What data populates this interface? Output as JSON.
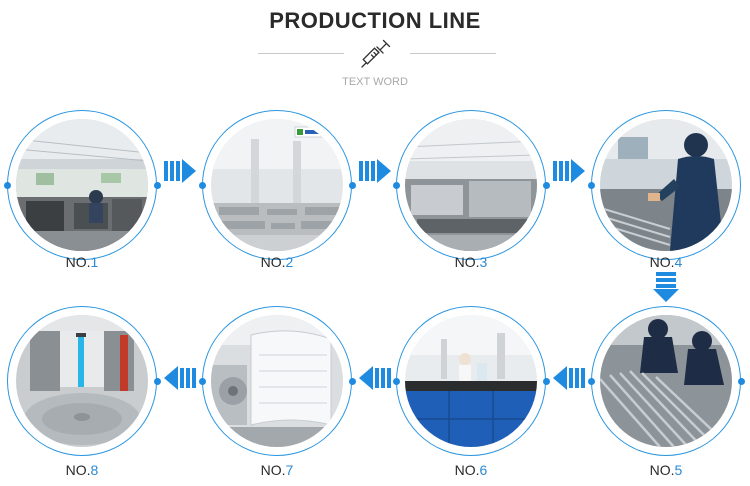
{
  "header": {
    "title": "PRODUCTION LINE",
    "subtitle": "TEXT WORD",
    "icon": "syringe-icon"
  },
  "accent_color": "#1f8be0",
  "steps": [
    {
      "prefix": "NO.",
      "number": "1"
    },
    {
      "prefix": "NO.",
      "number": "2"
    },
    {
      "prefix": "NO.",
      "number": "3"
    },
    {
      "prefix": "NO.",
      "number": "4"
    },
    {
      "prefix": "NO.",
      "number": "5"
    },
    {
      "prefix": "NO.",
      "number": "6"
    },
    {
      "prefix": "NO.",
      "number": "7"
    },
    {
      "prefix": "NO.",
      "number": "8"
    }
  ]
}
